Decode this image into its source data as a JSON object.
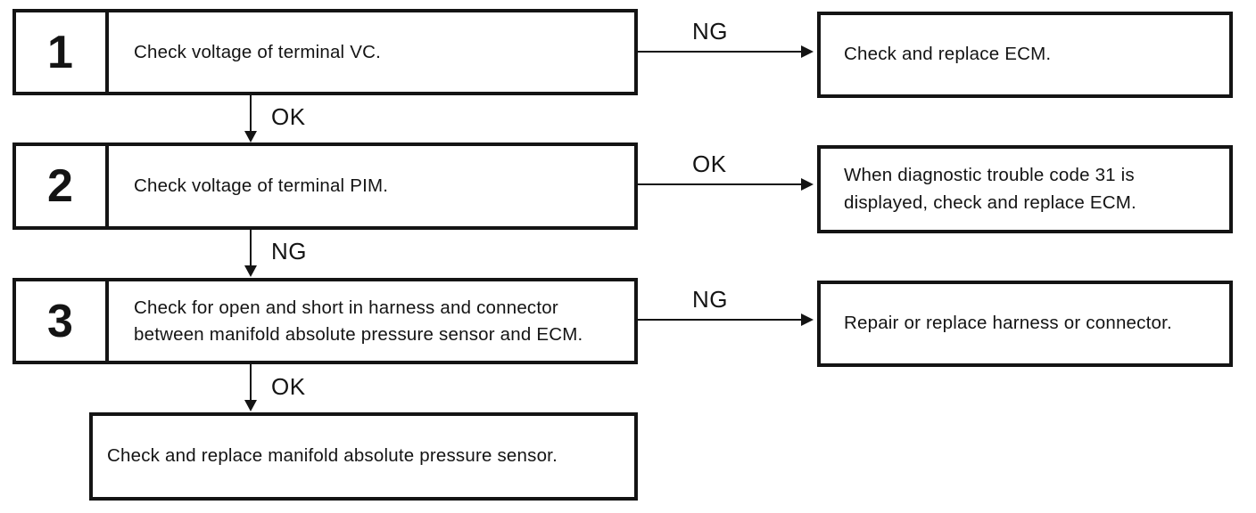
{
  "flowchart": {
    "steps": [
      {
        "number": "1",
        "text": "Check voltage of terminal VC.",
        "branch_label": "NG",
        "branch_result": "Check and replace ECM.",
        "down_label": "OK"
      },
      {
        "number": "2",
        "text": "Check voltage of terminal PIM.",
        "branch_label": "OK",
        "branch_result": "When diagnostic trouble code 31 is displayed, check and replace ECM.",
        "down_label": "NG"
      },
      {
        "number": "3",
        "text": "Check for open and short in harness and connector between manifold absolute pressure sensor and ECM.",
        "branch_label": "NG",
        "branch_result": "Repair or replace harness or connector.",
        "down_label": "OK"
      }
    ],
    "final_step": {
      "text": "Check and replace manifold absolute pressure sensor."
    }
  },
  "colors": {
    "ink": "#141414",
    "paper": "#ffffff"
  }
}
